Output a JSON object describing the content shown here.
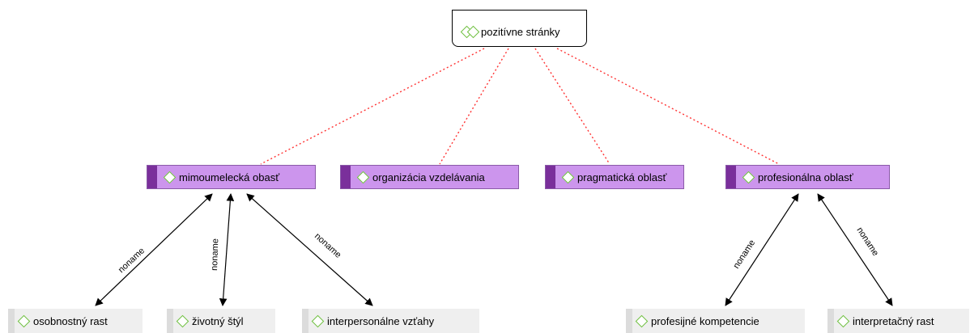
{
  "root": {
    "label": "pozitívne stránky"
  },
  "categories": [
    {
      "label": "mimoumelecká obasť"
    },
    {
      "label": "organizácia vzdelávania"
    },
    {
      "label": "pragmatická oblasť"
    },
    {
      "label": "profesionálna oblasť"
    }
  ],
  "leaves": [
    {
      "label": "osobnostný rast"
    },
    {
      "label": "životný štýl"
    },
    {
      "label": "interpersonálne vzťahy"
    },
    {
      "label": "profesijné kompetencie"
    },
    {
      "label": "interpretačný rast"
    }
  ],
  "edge_labels": [
    "noname",
    "noname",
    "noname",
    "noname",
    "noname"
  ],
  "colors": {
    "category_fill": "#cc95ed",
    "category_bar": "#7a2f9b",
    "leaf_fill": "#efefef",
    "diamond": "#6cbf3c",
    "dotted_link": "#ff3333",
    "arrow": "#000000"
  },
  "icons": {
    "node_icon": "green-diamond-icon",
    "root_icon": "double-green-diamond-icon"
  }
}
